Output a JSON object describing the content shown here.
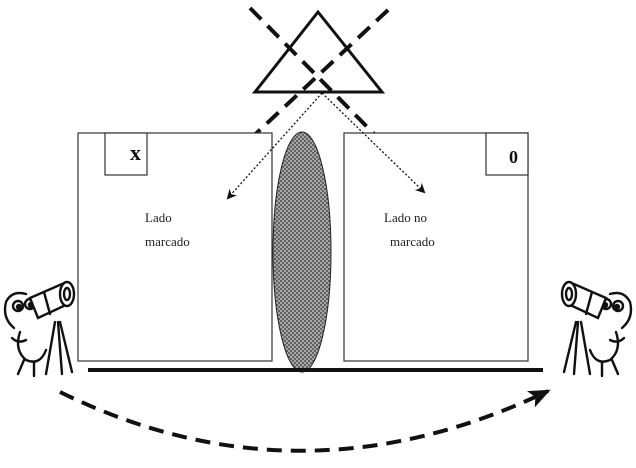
{
  "diagram": {
    "left_panel": {
      "label_line1": "Lado",
      "label_line2": "marcado",
      "corner_mark": "x"
    },
    "right_panel": {
      "label_line1": "Lado no",
      "label_line2": "marcado",
      "corner_mark": "0"
    },
    "icons": {
      "left_observer": "camera-observer-icon",
      "right_observer": "camera-observer-icon",
      "light_source": "triangle-source-icon"
    },
    "colors": {
      "ink": "#111111",
      "ellipse_fill": "#8a8a8a"
    }
  }
}
